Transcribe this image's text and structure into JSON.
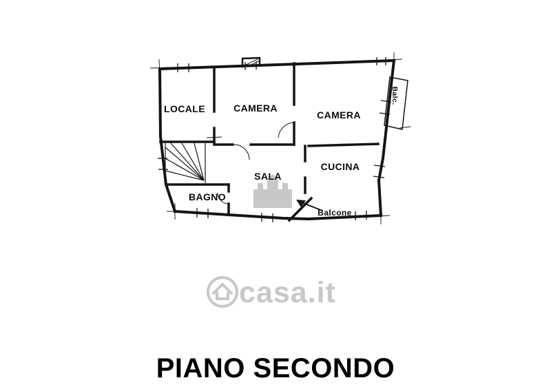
{
  "page": {
    "title": "PIANO SECONDO"
  },
  "floorplan": {
    "rooms": {
      "locale": "LOCALE",
      "camera_1": "CAMERA",
      "camera_2": "CAMERA",
      "cucina": "CUCINA",
      "sala": "SALA",
      "bagno": "BAGNO",
      "balcone": "Balcone",
      "balc_small": "Balc."
    }
  },
  "watermark": {
    "text": "casa.it",
    "color": "#c8c8c8"
  },
  "colors": {
    "wall": "#141414",
    "background": "#ffffff"
  }
}
